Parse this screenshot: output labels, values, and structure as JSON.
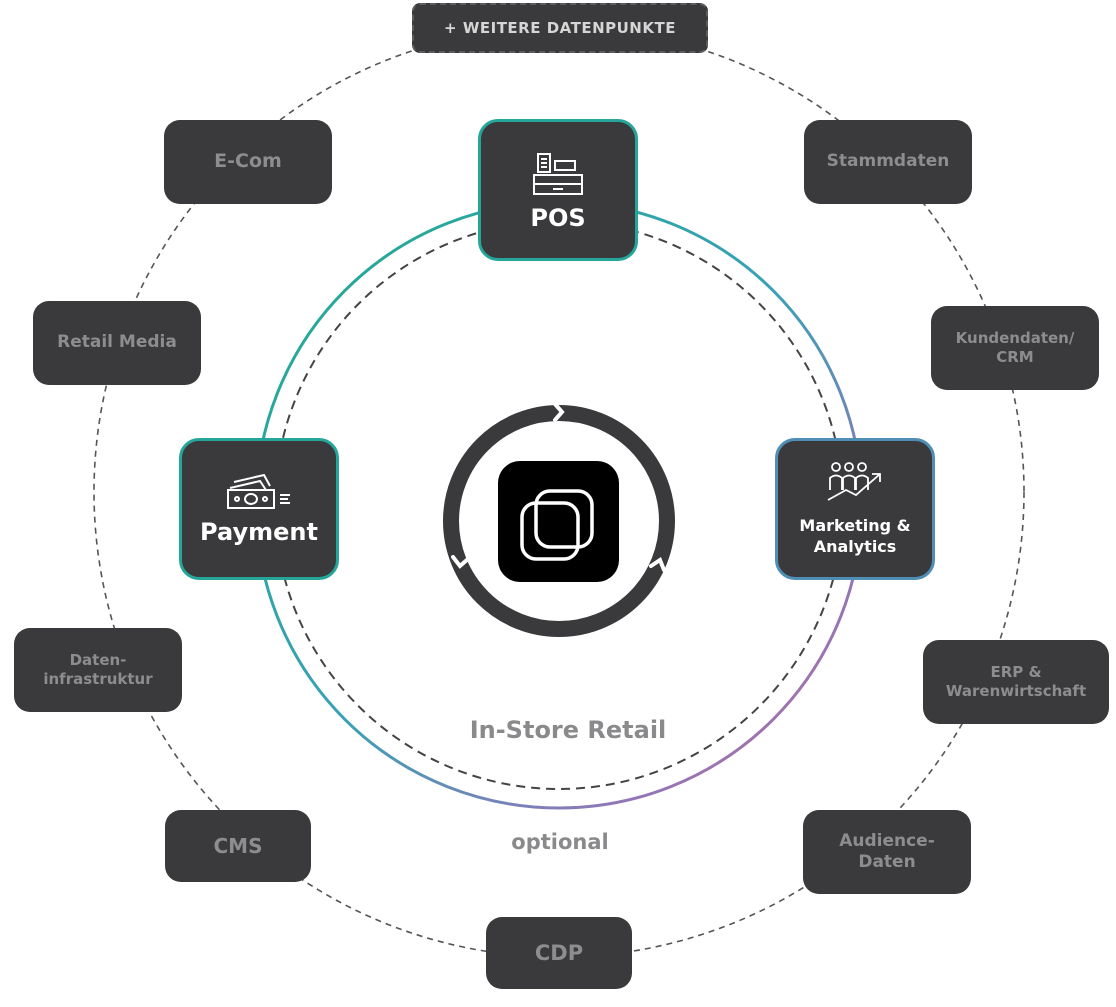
{
  "more_points": "+ WEITERE DATENPUNKTE",
  "core": {
    "pos": "POS",
    "payment": "Payment",
    "marketing": "Marketing & Analytics"
  },
  "outer": {
    "ecom": "E-Com",
    "stammdaten": "Stammdaten",
    "retail_media": "Retail Media",
    "kundendaten": "Kundendaten/ CRM",
    "dateninfrastruktur": "Daten- infrastruktur",
    "erp": "ERP & Warenwirtschaft",
    "cms": "CMS",
    "audience": "Audience- Daten",
    "cdp": "CDP"
  },
  "captions": {
    "instore": "In-Store Retail",
    "optional": "optional"
  },
  "colors": {
    "tile": "#3a393b",
    "teal": "#24a69a",
    "blue": "#4f8fb6",
    "purple": "#b06aa6",
    "text_gray": "#8d8c8e",
    "dash": "#555555"
  },
  "icons": [
    "cash-register-icon",
    "money-bill-icon",
    "people-growth-icon",
    "overlapping-squares-logo-icon"
  ]
}
